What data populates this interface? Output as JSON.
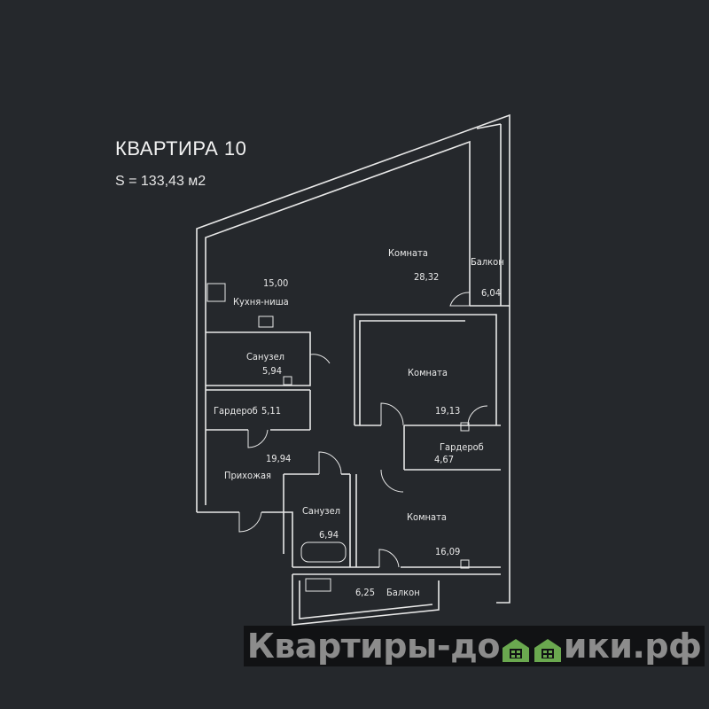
{
  "header": {
    "title": "КВАРТИРА 10",
    "area": "S = 133,43 м2"
  },
  "rooms": [
    {
      "name": "Комната",
      "area": "28,32"
    },
    {
      "name": "Балкон",
      "area": "6,04"
    },
    {
      "name": "Кухня-ниша",
      "area": "15,00"
    },
    {
      "name": "Санузел",
      "area": "5,94"
    },
    {
      "name": "Комната",
      "area": "19,13"
    },
    {
      "name": "Гардероб",
      "area": "5,11"
    },
    {
      "name": "Гардероб",
      "area": "4,67"
    },
    {
      "name": "Прихожая",
      "area": "19,94"
    },
    {
      "name": "Санузел",
      "area": "6,94"
    },
    {
      "name": "Комната",
      "area": "16,09"
    },
    {
      "name": "Балкон",
      "area": "6,25"
    }
  ],
  "watermark": {
    "prefix": "Квартиры-до",
    "suffix": "ики.рф",
    "text": "Квартиры-домики.рф",
    "color": "#6aa84f"
  }
}
